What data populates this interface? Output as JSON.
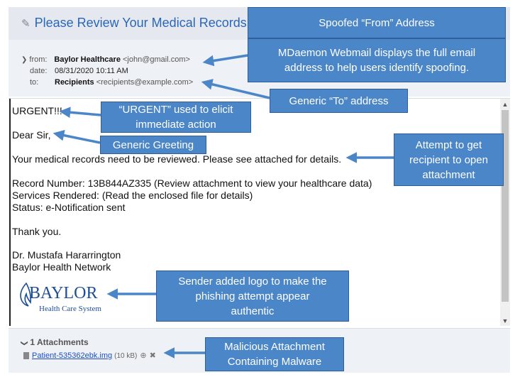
{
  "email": {
    "subject": "Please Review Your Medical Records",
    "subject_icon": "pencil-icon",
    "from_label": "from:",
    "from_name": "Baylor Healthcare",
    "from_address": "<john@gmail.com>",
    "date_label": "date:",
    "date_value": "08/31/2020 10:11 AM",
    "to_label": "to:",
    "to_name": "Recipients",
    "to_address": "<recipients@example.com>",
    "body": {
      "urgent": "URGENT!!!",
      "greeting": "Dear Sir,",
      "line1": "Your medical records need to be reviewed. Please see attached for details.",
      "record": "Record Number: 13B844AZ335 (Review attachment to view your healthcare data)",
      "services": "Services Rendered: (Read the enclosed file for details)",
      "status": "Status: e-Notification sent",
      "thanks": "Thank you.",
      "sig_name": "Dr. Mustafa Hararrington",
      "sig_org": "Baylor Health Network"
    },
    "logo": {
      "word": "BAYLOR",
      "sub": "Health Care System"
    },
    "attachments": {
      "header": "1 Attachments",
      "file_name": "Patient-535362ebk.img",
      "file_size": "(10 kB)"
    }
  },
  "callouts": {
    "spoofed_from": "Spoofed “From” Address",
    "mdaemon_line1": "MDaemon Webmail displays the full email",
    "mdaemon_line2": "address to help users identify spoofing.",
    "generic_to": "Generic “To” address",
    "urgent_line1": "“URGENT” used to elicit",
    "urgent_line2": "immediate action",
    "generic_greeting": "Generic Greeting",
    "attempt_line1": "Attempt to get",
    "attempt_line2": "recipient to open",
    "attempt_line3": "attachment",
    "logo_line1": "Sender added logo to make the",
    "logo_line2": "phishing attempt appear",
    "logo_line3": "authentic",
    "malicious_line1": "Malicious Attachment",
    "malicious_line2": "Containing Malware"
  },
  "colors": {
    "callout_fill": "#4a86c8",
    "subject_blue": "#2a66b8",
    "logo_blue": "#1f4e93",
    "link_blue": "#1f4fbf"
  }
}
